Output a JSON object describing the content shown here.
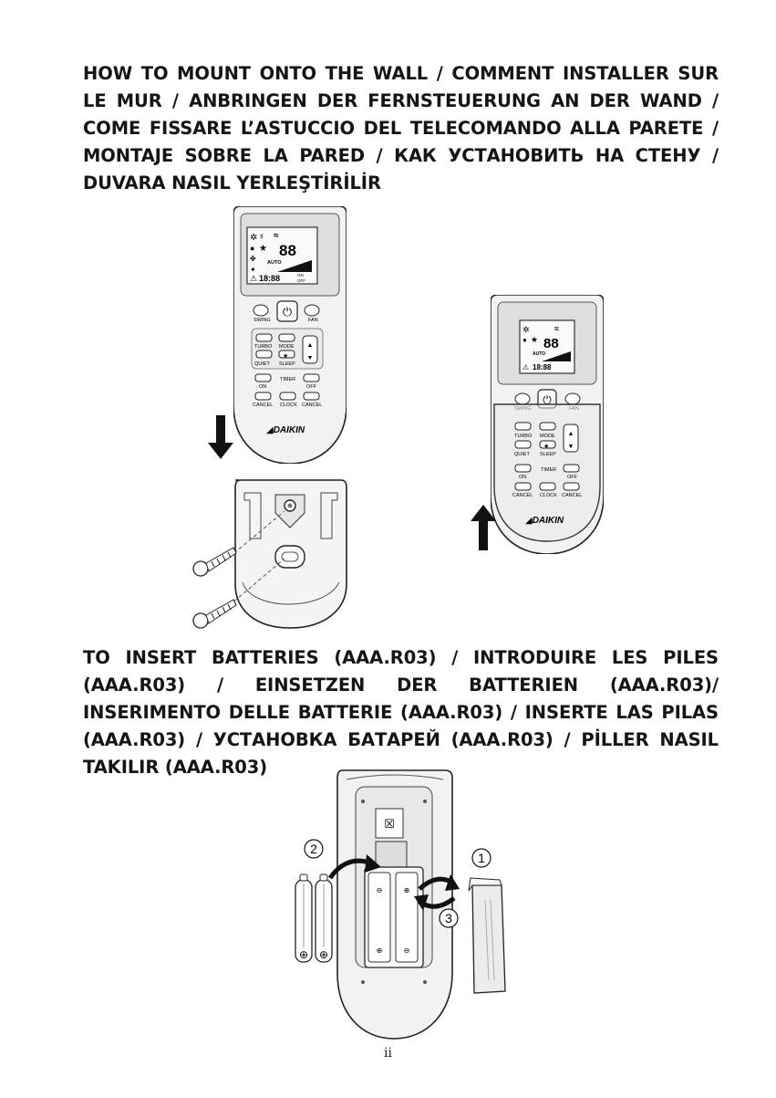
{
  "heading_mount": "HOW TO MOUNT ONTO THE WALL / COMMENT INSTALLER SUR LE MUR / ANBRINGEN DER FERNSTEUERUNG AN DER WAND / COME FISSARE L’ASTUCCIO DEL TELECOMANDO ALLA PARETE / MONTAJE SOBRE LA PARED / КАК УСТАНОВИТЬ НА СТЕНУ / DUVARA NASIL YERLEŞTİRİLİR",
  "heading_batteries": "TO INSERT BATTERIES (AAA.R03) / INTRODUIRE LES PILES (AAA.R03) / EINSETZEN DER BATTERIEN (AAA.R03)/ INSERIMENTO DELLE BATTERIE (AAA.R03) / INSERTE LAS PILAS (AAA.R03) / УСТАНОВКА БАТАРЕЙ (AAA.R03) / PİLLER NASIL TAKILIR (AAA.R03)",
  "remote": {
    "brand": "DAIKIN",
    "lcd_temp": "88",
    "lcd_clock": "18:88",
    "lcd_auto": "AUTO",
    "lcd_on": "ON",
    "lcd_off": "OFF",
    "swing": "SWING",
    "fan": "FAN",
    "turbo": "TURBO",
    "mode": "MODE",
    "quiet": "QUIET",
    "sleep": "SLEEP",
    "timer": "TIMER",
    "on": "ON",
    "off": "OFF",
    "cancel": "CANCEL",
    "clock": "CLOCK"
  },
  "steps": {
    "one": "1",
    "two": "2",
    "three": "3"
  },
  "page_number": "ii"
}
